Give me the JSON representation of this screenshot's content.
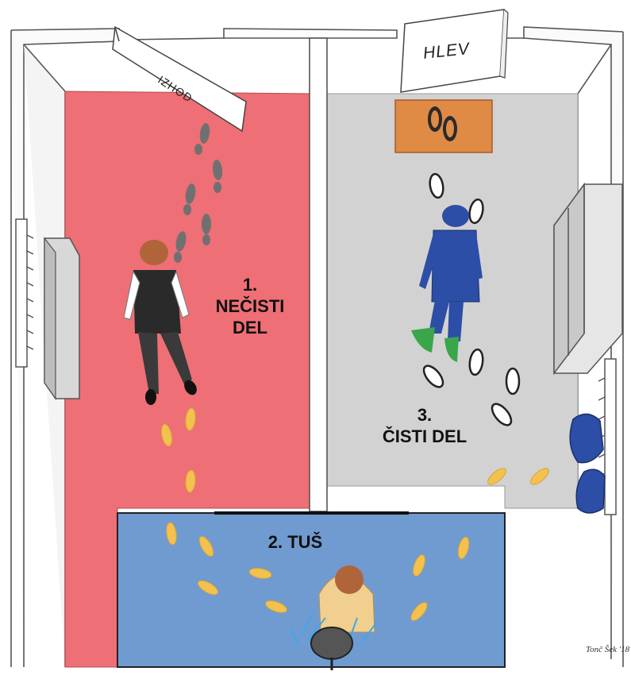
{
  "signs": {
    "exit": "IZHOD",
    "barn": "HLEV"
  },
  "zones": {
    "dirty": "1.\nNEČISTI\nDEL",
    "shower": "2. TUŠ",
    "clean": "3.\nČISTI DEL"
  },
  "signature": "Tonč Šek '18",
  "colors": {
    "dirty_floor": "#ee6f75",
    "clean_floor": "#d2d2d2",
    "shower_floor": "#6f9bd1",
    "mat": "#df8a45",
    "bare_footprint": "#f2c14e",
    "boot_print": "#707070",
    "overalls": "#2d4ea6",
    "boots": "#3aa64a"
  }
}
